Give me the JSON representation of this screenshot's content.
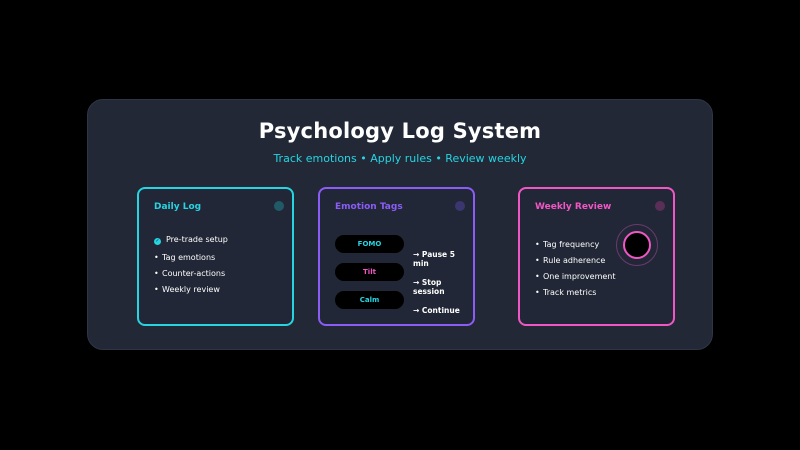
{
  "header": {
    "title": "Psychology Log System",
    "subtitle": "Track emotions • Apply rules • Review weekly"
  },
  "colors": {
    "cyan": "#26d4e2",
    "purple": "#8b5cf6",
    "pink": "#f057c4",
    "panel": "#222836"
  },
  "cards": {
    "daily": {
      "title": "Daily Log",
      "checked_item": "Pre-trade setup",
      "items": [
        "Tag emotions",
        "Counter-actions",
        "Weekly review"
      ]
    },
    "tags": {
      "title": "Emotion Tags",
      "pills": [
        {
          "label": "FOMO",
          "action": "→ Pause 5 min"
        },
        {
          "label": "Tilt",
          "action": "→ Stop session"
        },
        {
          "label": "Calm",
          "action": "→ Continue"
        }
      ]
    },
    "weekly": {
      "title": "Weekly Review",
      "items": [
        "Tag frequency",
        "Rule adherence",
        "One improvement",
        "Track metrics"
      ]
    }
  }
}
